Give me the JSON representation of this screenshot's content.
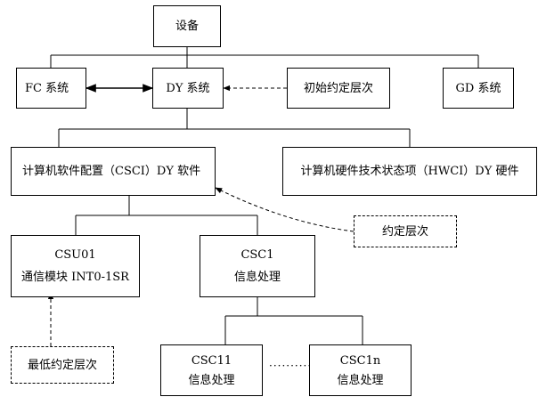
{
  "nodes": {
    "equipment": "设备",
    "fc_system": "FC 系统",
    "dy_system": "DY 系统",
    "initial_level": "初始约定层次",
    "gd_system": "GD 系统",
    "csci": "计算机软件配置（CSCI）DY 软件",
    "hwci": "计算机硬件技术状态项（HWCI）DY 硬件",
    "agreed_level": "约定层次",
    "csu01_code": "CSU01",
    "csu01_name": "通信模块 INT0-1SR",
    "csc1_code": "CSC1",
    "csc1_name": "信息处理",
    "lowest_level": "最低约定层次",
    "csc11_code": "CSC11",
    "csc11_name": "信息处理",
    "csc1n_code": "CSC1n",
    "csc1n_name": "信息处理"
  },
  "ellipsis": "··········"
}
